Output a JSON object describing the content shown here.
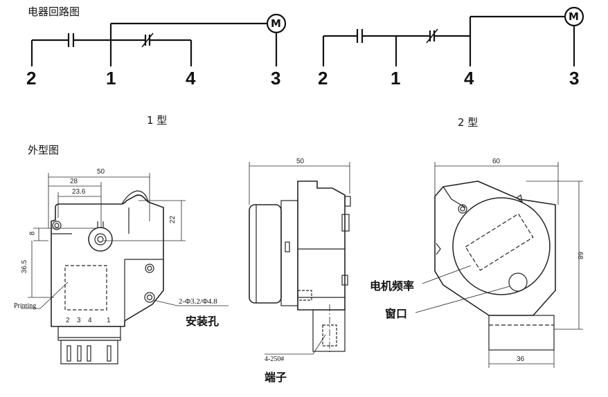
{
  "circuit": {
    "title": "电器回路图",
    "motor_symbol": "M",
    "type1": {
      "label": "1 型",
      "pins": [
        "2",
        "1",
        "4",
        "3"
      ]
    },
    "type2": {
      "label": "2 型",
      "pins": [
        "2",
        "1",
        "4",
        "3"
      ]
    }
  },
  "outline": {
    "title": "外型图",
    "front": {
      "dims": [
        "50",
        "28",
        "23.6",
        "22",
        "8",
        "36.5"
      ],
      "printing_label": "Printing",
      "pin_numbers": [
        "2",
        "3",
        "4",
        "1"
      ],
      "hole_spec": "2-Φ3.2/Φ4.8",
      "mount_hole_label": "安装孔"
    },
    "side": {
      "dims": [
        "50"
      ],
      "terminal_spec": "4-250#",
      "terminal_label": "端子"
    },
    "back": {
      "dims": [
        "60",
        "68",
        "36"
      ],
      "motor_freq_label": "电机频率",
      "window_label": "窗口"
    }
  }
}
